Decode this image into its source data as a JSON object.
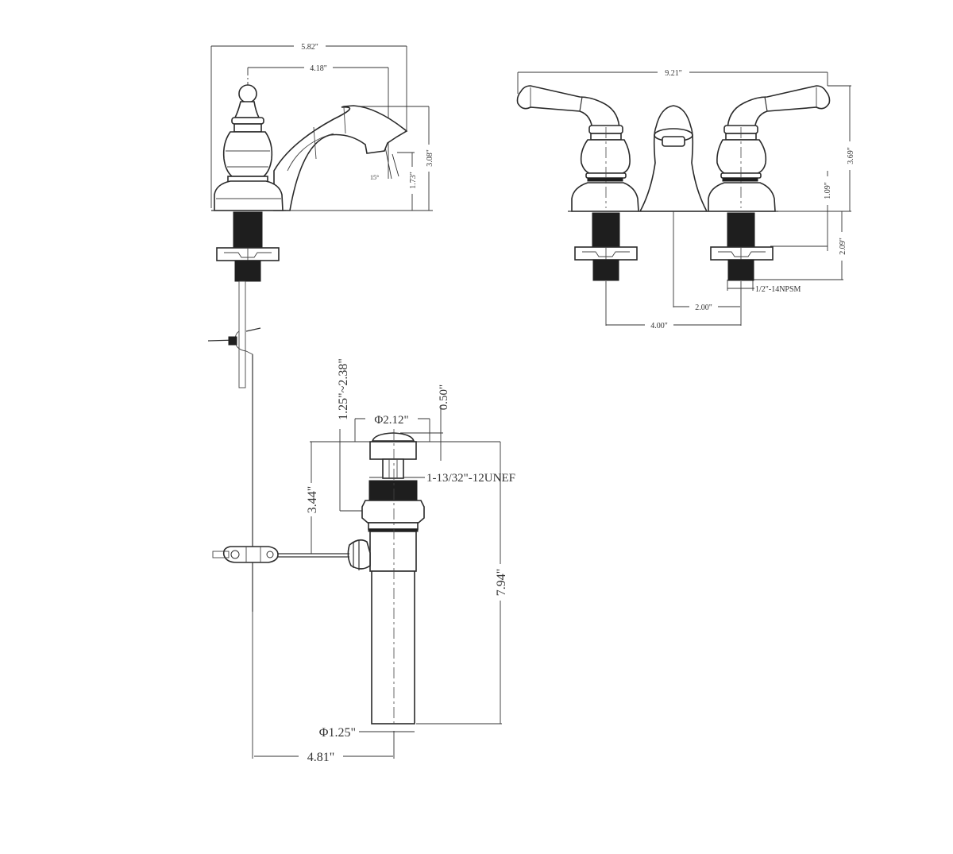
{
  "diagram": {
    "subject": "Two-handle 4\" centerset bathroom faucet with pop-up drain",
    "side_view": {
      "overall_width": "5.82\"",
      "spout_reach": "4.18\"",
      "overall_height": "3.08\"",
      "spout_height": "1.73\"",
      "spout_angle": "15°"
    },
    "front_view": {
      "overall_width": "9.21\"",
      "overall_height": "3.69\"",
      "deck_height": "1.09\"",
      "shank_length": "2.09\"",
      "shank_thread": "1/2\"-14NPSM",
      "half_center": "2.00\"",
      "center_spacing": "4.00\""
    },
    "drain_view": {
      "adjustable_range": "1.25\"~2.38\"",
      "flange_diameter": "Φ2.12\"",
      "flange_height": "0.50\"",
      "body_thread": "1-13/32\"-12UNEF",
      "pivot_height": "3.44\"",
      "total_length": "7.94\"",
      "tailpiece_diameter": "Φ1.25\"",
      "lift_rod_offset": "4.81\""
    }
  }
}
